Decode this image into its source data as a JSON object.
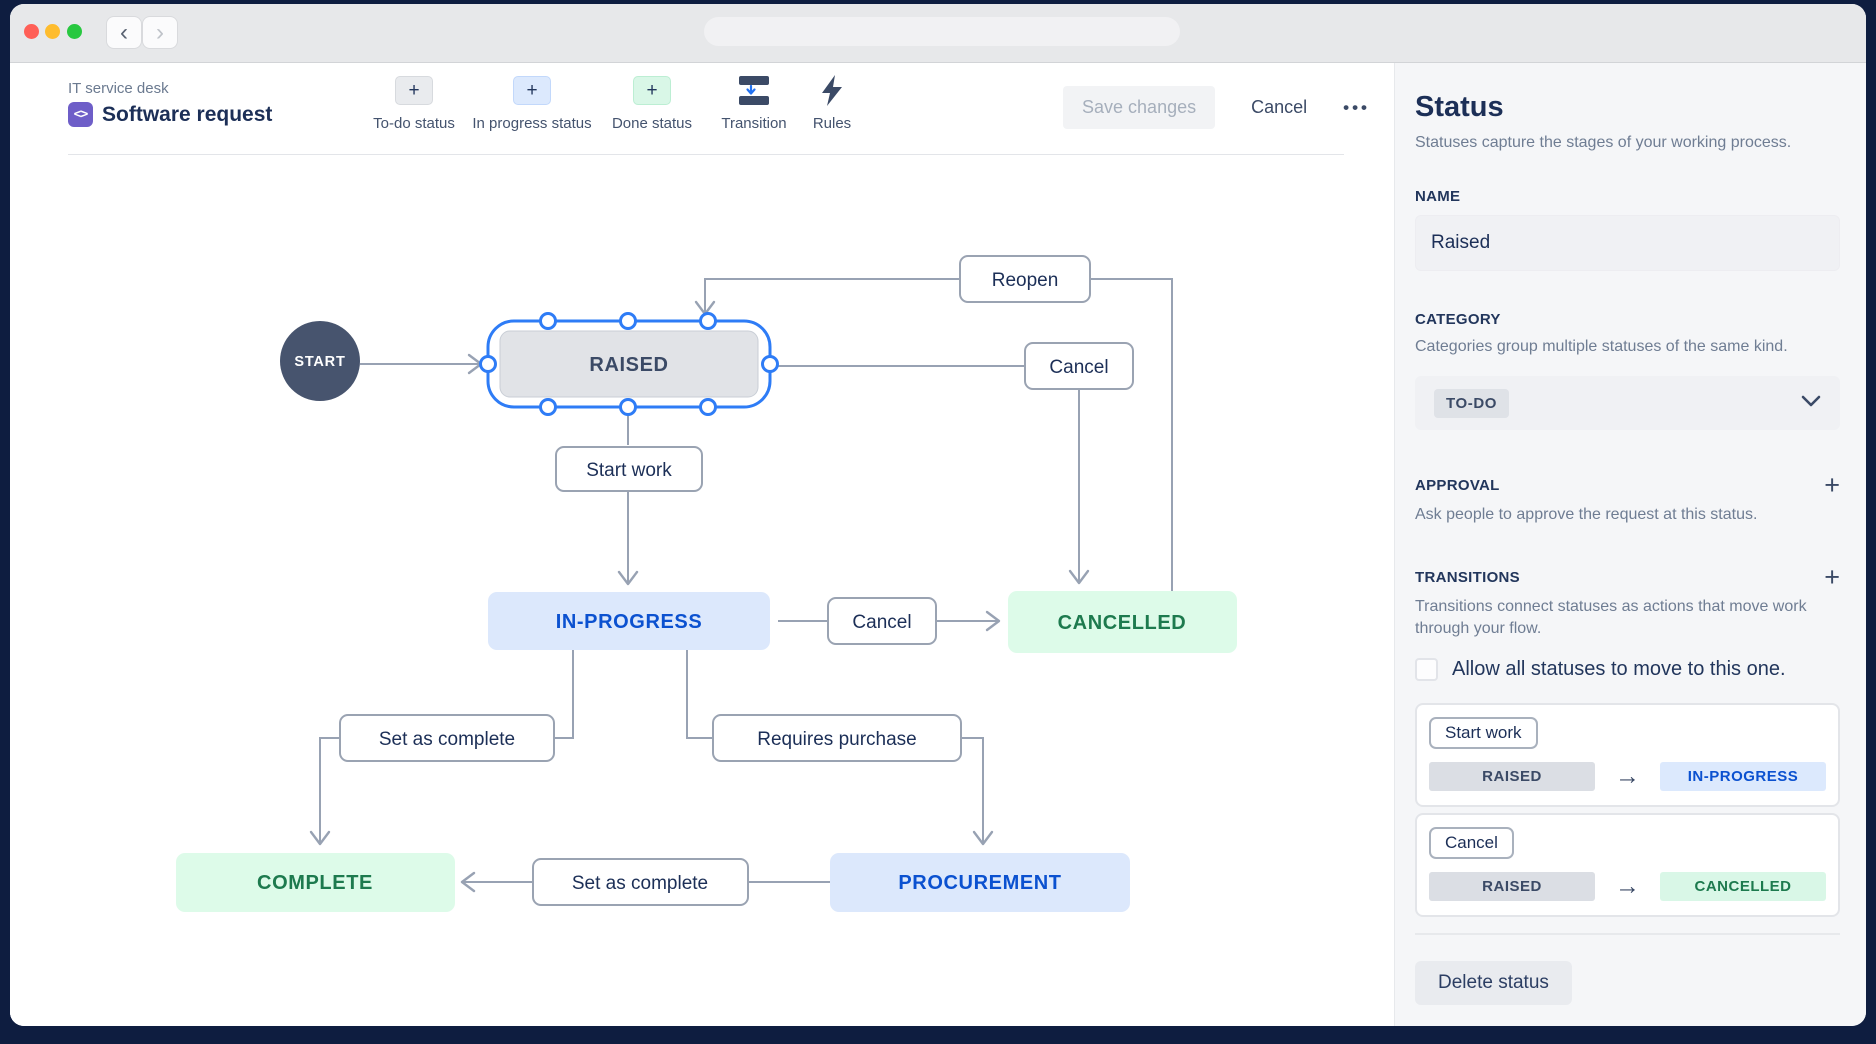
{
  "chrome": {
    "back_icon": "‹",
    "forward_icon": "›"
  },
  "toolbar": {
    "breadcrumb": "IT service desk",
    "title": "Software request",
    "code_icon_glyph": "<>",
    "plus": "+",
    "todo_label": "To-do status",
    "inprogress_label": "In progress status",
    "done_label": "Done status",
    "transition_label": "Transition",
    "rules_label": "Rules",
    "save_label": "Save changes",
    "cancel_label": "Cancel",
    "more_label": "•••"
  },
  "diagram": {
    "start": "START",
    "raised": "RAISED",
    "in_progress": "IN-PROGRESS",
    "cancelled": "CANCELLED",
    "complete": "COMPLETE",
    "procurement": "PROCUREMENT",
    "t_reopen": "Reopen",
    "t_cancel_top": "Cancel",
    "t_start_work": "Start work",
    "t_cancel_mid": "Cancel",
    "t_set_complete_left": "Set as complete",
    "t_requires_purchase": "Requires purchase",
    "t_set_complete_bottom": "Set as complete"
  },
  "panel": {
    "title": "Status",
    "subtitle": "Statuses capture the stages of your working process.",
    "name_label": "NAME",
    "name_value": "Raised",
    "category_label": "CATEGORY",
    "category_desc": "Categories group multiple statuses of the same kind.",
    "category_value": "TO-DO",
    "approval_label": "APPROVAL",
    "approval_desc": "Ask people to approve the request at this status.",
    "transitions_label": "TRANSITIONS",
    "transitions_desc": "Transitions connect statuses as actions that move work through your flow.",
    "allow_label": "Allow all statuses to move to this one.",
    "plus": "+",
    "arrow": "→",
    "cards": [
      {
        "action": "Start work",
        "from": "RAISED",
        "to": "IN-PROGRESS"
      },
      {
        "action": "Cancel",
        "from": "RAISED",
        "to": "CANCELLED"
      }
    ],
    "delete_label": "Delete status"
  },
  "colors": {
    "selection_blue": "#2e7cf6",
    "status_todo_bg": "#e1e3e7",
    "status_inprogress_bg": "#dce8fc",
    "status_done_bg": "#ddfbe9",
    "status_inprogress_text": "#0b51d0",
    "status_done_text": "#1d7a4e",
    "connector_grey": "#98a2b3",
    "navy_text": "#1c2f57"
  }
}
